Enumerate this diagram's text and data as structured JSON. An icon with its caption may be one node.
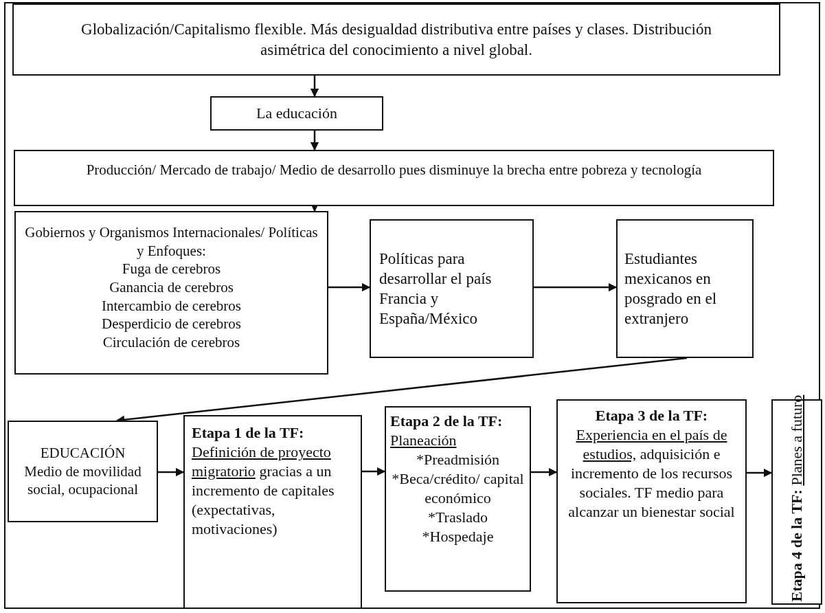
{
  "diagram": {
    "nodes": [
      {
        "text": [
          "Globalización/Capitalismo flexible. Más desigualdad  distributiva entre países y clases. Distribución asimétrica del conocimiento a nivel global."
        ]
      },
      {
        "text": [
          "La educación"
        ]
      },
      {
        "text": [
          "Producción/ Mercado de trabajo/ Medio de desarrollo pues disminuye la brecha entre pobreza y tecnología"
        ]
      },
      {
        "text": [
          "Gobiernos y Organismos Internacionales/ Políticas y Enfoques:",
          "Fuga de cerebros",
          "Ganancia de cerebros",
          "Intercambio de cerebros",
          "Desperdicio de cerebros",
          "Circulación de cerebros"
        ]
      },
      {
        "text": [
          "Políticas para desarrollar el país Francia y España/México"
        ]
      },
      {
        "text": [
          "Estudiantes mexicanos en posgrado en el extranjero"
        ]
      },
      {
        "text": [
          "EDUCACIÓN",
          "Medio de movilidad social, ocupacional"
        ]
      },
      {
        "text": [
          "Etapa 1 de la TF:",
          "Definición de proyecto migratorio",
          "gracias a un incremento de capitales (expectativas, motivaciones)"
        ]
      },
      {
        "text": [
          "Etapa 2 de la TF:",
          "Planeación",
          "*Preadmisión",
          "*Beca/crédito/ capital económico",
          "*Traslado",
          "*Hospedaje"
        ]
      },
      {
        "text": [
          "Etapa 3 de la TF:",
          "Experiencia en el país de estudios,",
          "adquisición e incremento de los recursos sociales. TF medio para alcanzar un bienestar social"
        ]
      },
      {
        "text": [
          "Etapa 4 de la TF:",
          "Planes a futuro"
        ]
      }
    ],
    "edges": [
      {
        "from": 0,
        "to": 1,
        "arrow": "to"
      },
      {
        "from": 1,
        "to": 2,
        "arrow": "to"
      },
      {
        "from": 2,
        "to": 3,
        "arrow": "to"
      },
      {
        "from": 3,
        "to": 4,
        "arrow": "to"
      },
      {
        "from": 4,
        "to": 5,
        "arrow": "to"
      },
      {
        "from": 5,
        "to": 6,
        "arrow": "to"
      },
      {
        "from": 6,
        "to": 7,
        "arrow": "to"
      },
      {
        "from": 7,
        "to": 8,
        "arrow": "to"
      },
      {
        "from": 8,
        "to": 9,
        "arrow": "to"
      },
      {
        "from": 9,
        "to": 10,
        "arrow": "to"
      }
    ]
  }
}
